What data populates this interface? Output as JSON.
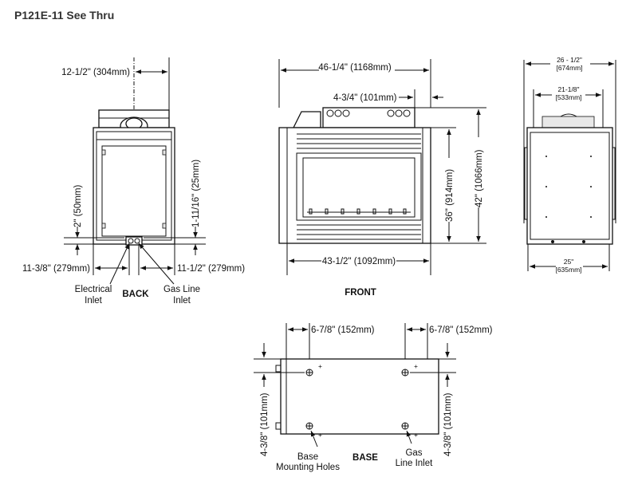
{
  "title": "P121E-11 See Thru",
  "back": {
    "label": "BACK",
    "flue_offset": "12-1/2\" (304mm)",
    "left_height": "2\" (50mm)",
    "right_height": "1-11/16\" (25mm)",
    "left_width": "11-3/8\" (279mm)",
    "right_width": "11-1/2\" (279mm)",
    "electrical_line1": "Electrical",
    "electrical_line2": "Inlet",
    "gas_line1": "Gas Line",
    "gas_line2": "Inlet"
  },
  "front": {
    "label": "FRONT",
    "overall_width": "46-1/4\" (1168mm)",
    "top_offset": "4-3/4\" (101mm)",
    "height_inner": "36\" (914mm)",
    "height_overall": "42\" (1066mm)",
    "base_width": "43-1/2\" (1092mm)"
  },
  "side": {
    "overall_in": "26 - 1/2\"",
    "overall_mm": "[674mm]",
    "top_in": "21-1/8\"",
    "top_mm": "[533mm]",
    "base_in": "25\"",
    "base_mm": "[635mm]"
  },
  "base": {
    "label": "BASE",
    "left_offset": "6-7/8\" (152mm)",
    "right_offset": "6-7/8\" (152mm)",
    "left_depth": "4-3/8\" (101mm)",
    "right_depth": "4-3/8\" (101mm)",
    "mounting_line1": "Base",
    "mounting_line2": "Mounting Holes",
    "gas_line1": "Gas",
    "gas_line2": "Line Inlet"
  }
}
